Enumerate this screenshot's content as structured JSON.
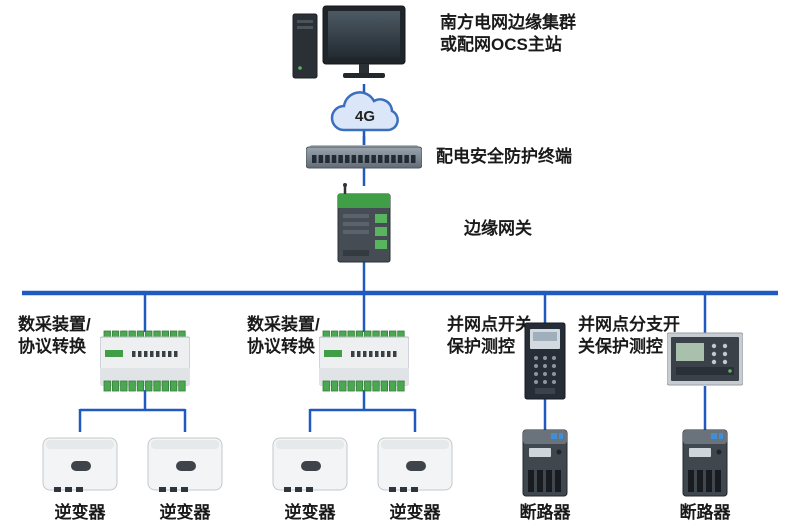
{
  "diagram": {
    "colors": {
      "line": "#2059c0",
      "text": "#1a1a1a",
      "background": "#ffffff"
    },
    "master_station": {
      "label_line1": "南方电网边缘集群",
      "label_line2": "或配网OCS主站"
    },
    "network": {
      "cloud_label": "4G",
      "terminal_label": "配电安全防护终端",
      "gateway_label": "边缘网关"
    },
    "branches": {
      "daq1": {
        "label_line1": "数采装置/",
        "label_line2": "协议转换"
      },
      "daq2": {
        "label_line1": "数采装置/",
        "label_line2": "协议转换"
      },
      "pcc": {
        "label_line1": "并网点开关",
        "label_line2": "保护测控"
      },
      "branch_switch": {
        "label_line1": "并网点分支开",
        "label_line2": "关保护测控"
      }
    },
    "devices": {
      "inverter_label": "逆变器",
      "breaker_label": "断路器"
    }
  }
}
